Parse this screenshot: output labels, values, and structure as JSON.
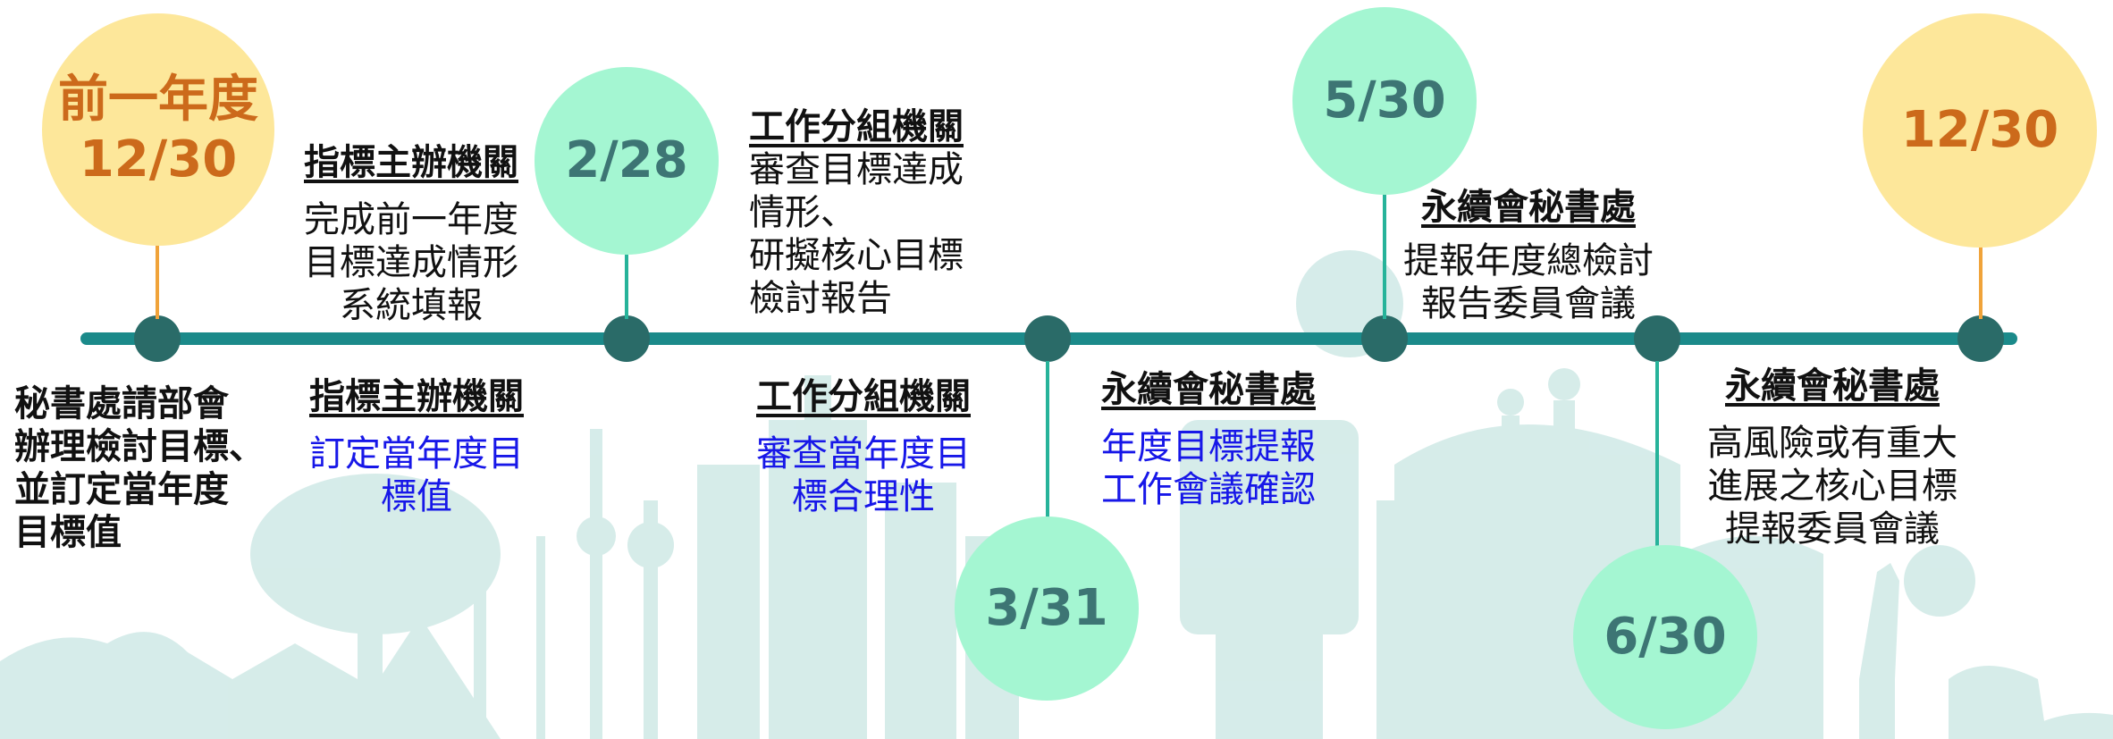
{
  "milestones": [
    {
      "date_line1": "前一年度",
      "date_line2": "12/30"
    },
    {
      "date": "2/28"
    },
    {
      "date": "3/31"
    },
    {
      "date": "5/30"
    },
    {
      "date": "6/30"
    },
    {
      "date": "12/30"
    }
  ],
  "tasks": {
    "t1": {
      "lines": [
        "秘書處請部會",
        "辦理檢討目標、",
        "並訂定當年度",
        "目標值"
      ]
    },
    "t2": {
      "head": "指標主辦機關",
      "lines": [
        "完成前一年度",
        "目標達成情形",
        "系統填報"
      ]
    },
    "t3": {
      "head": "指標主辦機關",
      "lines": [
        "訂定當年度目",
        "標值"
      ]
    },
    "t4": {
      "head": "工作分組機關",
      "lines": [
        "審查目標達成",
        "情形、",
        "研擬核心目標",
        "檢討報告"
      ]
    },
    "t5": {
      "head": "工作分組機關",
      "lines": [
        "審查當年度目",
        "標合理性"
      ]
    },
    "t6": {
      "head": "永續會秘書處",
      "lines": [
        "年度目標提報",
        "工作會議確認"
      ]
    },
    "t7": {
      "head": "永續會秘書處",
      "lines": [
        "提報年度總檢討",
        "報告委員會議"
      ]
    },
    "t8": {
      "head": "永續會秘書處",
      "lines": [
        "高風險或有重大",
        "進展之核心目標",
        "提報委員會議"
      ]
    }
  },
  "colors": {
    "timeline": "#1b8a8a",
    "node": "#2a6b68",
    "green_circle": "#a4f6d2",
    "yellow_circle": "#fde79a",
    "blue_text": "#1717e8",
    "background_art": "#cfe9e6"
  }
}
